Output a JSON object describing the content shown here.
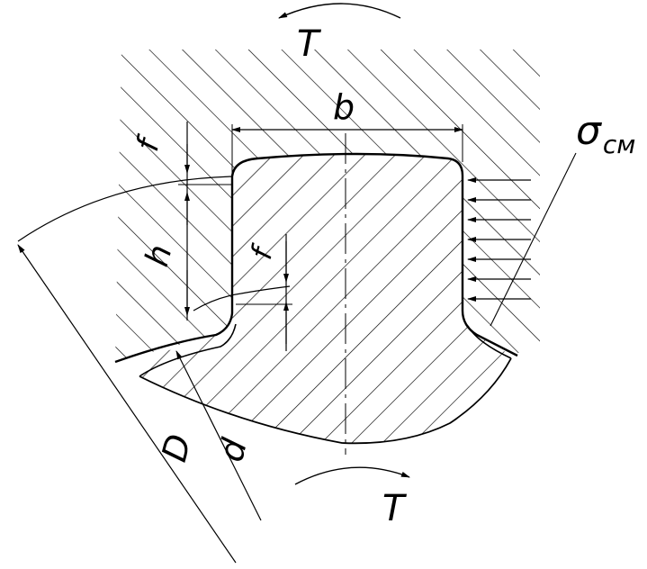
{
  "labels": {
    "torque_top": "T",
    "torque_bottom": "T",
    "key_width": "b",
    "key_height": "h",
    "chamfer_hub": "f",
    "chamfer_shaft": "f",
    "shaft_diameter": "D",
    "hub_diameter": "d",
    "stress": "σ",
    "stress_subscript": "см"
  },
  "colors": {
    "ink": "#000000",
    "background": "#ffffff"
  }
}
